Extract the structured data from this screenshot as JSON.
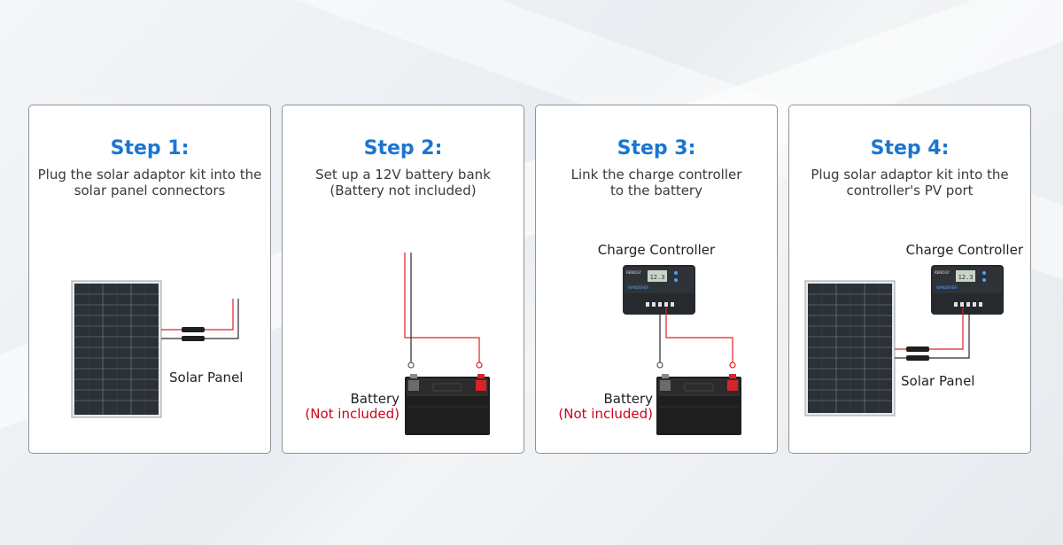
{
  "colors": {
    "accent": "#1976d2",
    "red_text": "#d0021b",
    "wire_red": "#e02020",
    "wire_black": "#2a2a2a"
  },
  "steps": [
    {
      "title": "Step 1:",
      "desc_line1": "Plug the solar adaptor kit into the",
      "desc_line2": "solar panel connectors",
      "label_panel": "Solar Panel"
    },
    {
      "title": "Step 2:",
      "desc_line1": "Set up a 12V battery bank",
      "desc_line2": "(Battery not included)",
      "label_battery": "Battery",
      "label_not_included": "(Not included)"
    },
    {
      "title": "Step 3:",
      "desc_line1": "Link the charge controller",
      "desc_line2": "to the battery",
      "label_controller": "Charge Controller",
      "label_battery": "Battery",
      "label_not_included": "(Not included)"
    },
    {
      "title": "Step 4:",
      "desc_line1": "Plug solar adaptor kit into the",
      "desc_line2": "controller's PV port",
      "label_controller": "Charge Controller",
      "label_panel": "Solar Panel"
    }
  ],
  "controller_brand": "RENOGY",
  "controller_model": "WANDERER",
  "controller_display": "12.3"
}
